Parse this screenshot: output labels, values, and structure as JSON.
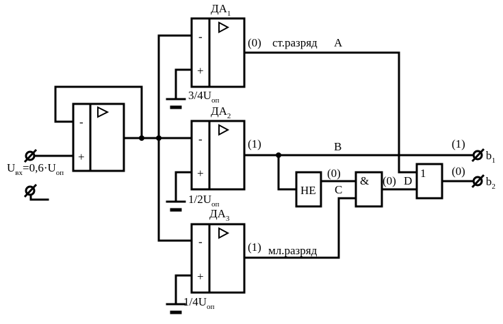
{
  "amplifiers": [
    {
      "name": "ДА",
      "index": "1",
      "minus": "-",
      "plus": "+",
      "reference": "3/4U",
      "reference_sub": "оп",
      "output_state": "(0)",
      "output_label": "ст.разряд",
      "signal": "A"
    },
    {
      "name": "ДА",
      "index": "2",
      "minus": "-",
      "plus": "+",
      "reference": "1/2U",
      "reference_sub": "оп",
      "output_state": "(1)",
      "signal": "B"
    },
    {
      "name": "ДА",
      "index": "3",
      "minus": "-",
      "plus": "+",
      "reference": "1/4U",
      "reference_sub": "оп",
      "output_state": "(1)",
      "output_label": "мл.разряд"
    }
  ],
  "follower": {
    "minus": "-",
    "plus": "+"
  },
  "input": {
    "label_main": "U",
    "label_sub": "вх",
    "label_value": "=0,6·U",
    "label_value_sub": "оп"
  },
  "gates": {
    "not": {
      "label": "НЕ",
      "output_state": "(0)",
      "output_signal": "C"
    },
    "and": {
      "label": "&",
      "output_state": "(0)",
      "output_signal": "D"
    },
    "or": {
      "label": "1"
    }
  },
  "outputs": [
    {
      "name": "b",
      "sub": "1",
      "state": "(1)"
    },
    {
      "name": "b",
      "sub": "2",
      "state": "(0)"
    }
  ]
}
